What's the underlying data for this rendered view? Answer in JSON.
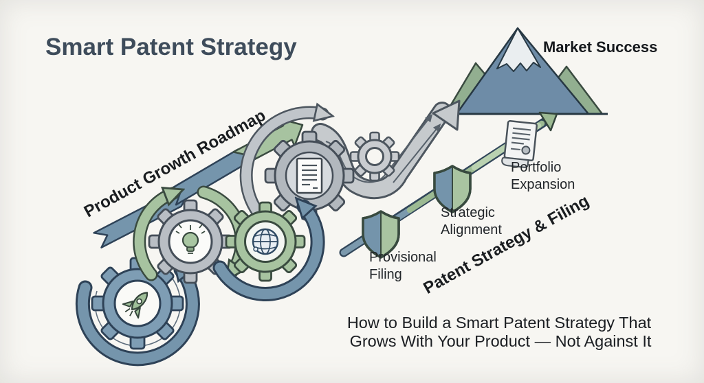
{
  "header": {
    "title": "Smart Patent Strategy"
  },
  "summit": {
    "label": "Market Success"
  },
  "roadmap": {
    "label": "Product Growth Roadmap"
  },
  "patent_track": {
    "label": "Patent Strategy & Filing",
    "milestones": [
      {
        "line1": "Provisional",
        "line2": "Filing"
      },
      {
        "line1": "Strategic",
        "line2": "Alignment"
      },
      {
        "line1": "Portfolio",
        "line2": "Expansion"
      }
    ]
  },
  "caption": {
    "line1": "How to Build a Smart Patent Strategy That",
    "line2": "Grows With Your Product — Not Against It"
  },
  "icons": [
    "rocket-icon",
    "lightbulb-icon",
    "globe-icon",
    "document-icon",
    "gear-icon",
    "small-gear-icon",
    "shield-icon",
    "scroll-icon",
    "mountain-icon",
    "arrow-icon"
  ],
  "palette": {
    "background": "#f7f6f2",
    "ink": "#1d2125",
    "title": "#3e4c5b",
    "blue": "#7595ac",
    "blue_dark": "#2e4257",
    "green": "#a7c3a0",
    "green_dark": "#3a4b40",
    "gray": "#c6cacd",
    "gray_dark": "#4d565f",
    "mountain_blue": "#6e8ca7",
    "snow": "#eaeef0",
    "peak_green": "#92af90"
  }
}
